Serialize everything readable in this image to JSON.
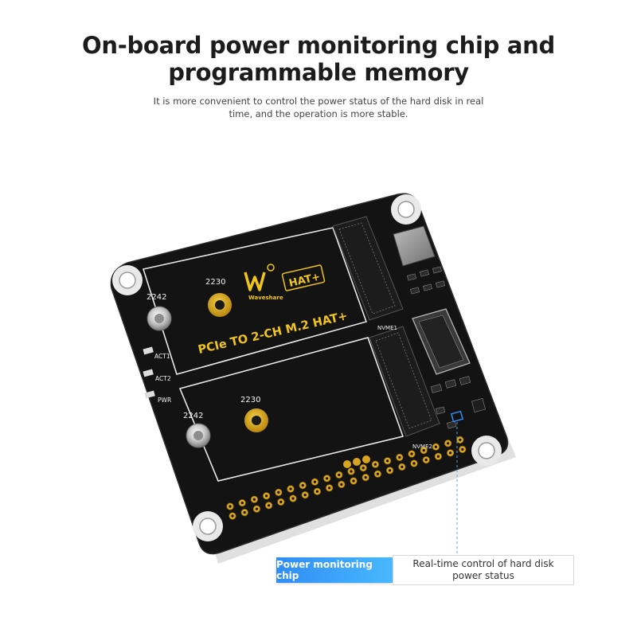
{
  "headline": {
    "line1": "On-board power monitoring chip and",
    "line2": "programmable memory"
  },
  "subline": {
    "line1": "It is more convenient to control the power status of the hard disk in real",
    "line2": "time, and the operation is more stable."
  },
  "board": {
    "brand": "Waveshare",
    "badge": "HAT+",
    "product_label": "PCIe TO 2-CH M.2 HAT+",
    "slot_size_top": "2242",
    "slot_size_top_alt": "2230",
    "slot_size_bottom": "2242",
    "slot_size_bottom_alt": "2230",
    "led_act1": "ACT1",
    "led_act2": "ACT2",
    "led_pwr": "PWR",
    "connector_1": "NVME1",
    "connector_2": "NVME2",
    "colors": {
      "pcb": "#121212",
      "silkscreen": "#f2f2f2",
      "gold": "#d9a521",
      "accent": "#2f8df5"
    }
  },
  "callout": {
    "chip_label": "Power monitoring chip",
    "description_line1": "Real-time control of hard disk",
    "description_line2": "power status"
  }
}
